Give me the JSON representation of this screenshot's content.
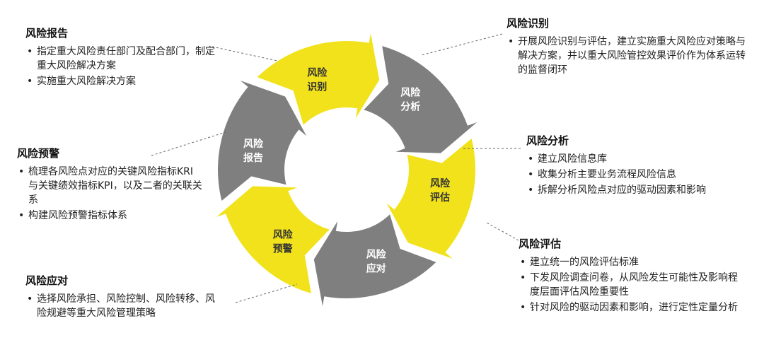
{
  "colors": {
    "yellow": "#F2E21B",
    "gray": "#7F7F7F"
  },
  "segments": [
    {
      "line1": "风险",
      "line2": "识别"
    },
    {
      "line1": "风险",
      "line2": "分析"
    },
    {
      "line1": "风险",
      "line2": "评估"
    },
    {
      "line1": "风险",
      "line2": "应对"
    },
    {
      "line1": "风险",
      "line2": "预警"
    },
    {
      "line1": "风险",
      "line2": "报告"
    }
  ],
  "blocks": {
    "report": {
      "title": "风险报告",
      "items": [
        "指定重大风险责任部门及配合部门，制定重大风险解决方案",
        "实施重大风险解决方案"
      ]
    },
    "identify": {
      "title": "风险识别",
      "items": [
        "开展风险识别与评估，建立实施重大风险应对策略与解决方案，并以重大风险管控效果评价作为体系运转的监督闭环"
      ]
    },
    "analysis": {
      "title": "风险分析",
      "items": [
        "建立风险信息库",
        "收集分析主要业务流程风险信息",
        "拆解分析风险点对应的驱动因素和影响"
      ]
    },
    "warning": {
      "title": "风险预警",
      "items": [
        "梳理各风险点对应的关键风险指标KRI与关键绩效指标KPI，以及二者的关联关系",
        "构建风险预警指标体系"
      ]
    },
    "evaluation": {
      "title": "风险评估",
      "items": [
        "建立统一的风险评估标准",
        "下发风险调查问卷，从风险发生可能性及影响程度层面评估风险重要性",
        "针对风险的驱动因素和影响，进行定性定量分析"
      ]
    },
    "response": {
      "title": "风险应对",
      "items": [
        "选择风险承担、风险控制、风险转移、风险规避等重大风险管理策略"
      ]
    }
  }
}
